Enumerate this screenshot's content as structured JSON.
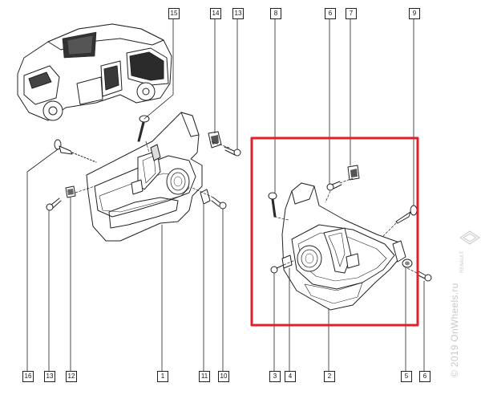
{
  "diagram": {
    "part_labels": {
      "p15": "15",
      "p14": "14",
      "p13_top": "13",
      "p8": "8",
      "p6_top": "6",
      "p7": "7",
      "p9": "9",
      "p16": "16",
      "p13_bottom": "13",
      "p12": "12",
      "p1": "1",
      "p11": "11",
      "p10": "10",
      "p3": "3",
      "p4": "4",
      "p2": "2",
      "p5": "5",
      "p6_bottom": "6"
    },
    "highlight_color": "#e0202a",
    "line_color": "#222222"
  },
  "watermark": {
    "text": "© 2019 OnWheels.ru",
    "brand": "RENAULT"
  }
}
